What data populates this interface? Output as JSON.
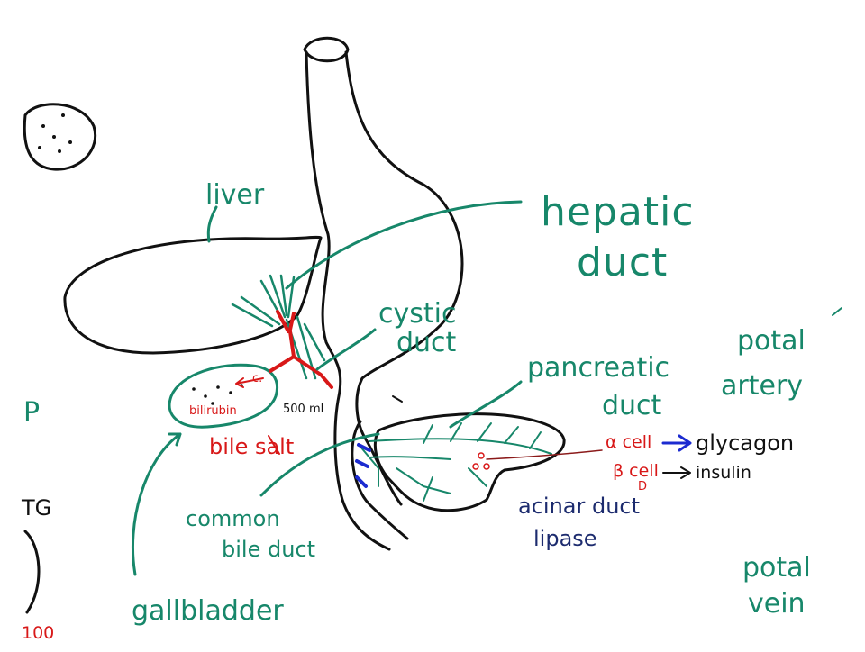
{
  "colors": {
    "green": "#17876a",
    "red": "#d81818",
    "black": "#111111",
    "navy": "#1c2b6e",
    "blue": "#1c2bd0"
  },
  "labels": {
    "liver": "liver",
    "hepatic": "hepatic",
    "duct_word": "duct",
    "cystic": "cystic",
    "cystic_duct": "duct",
    "pancreatic": "pancreatic",
    "pancreatic_duct": "duct",
    "potal_1": "potal",
    "artery": "artery",
    "potal_2": "potal",
    "vein": "vein",
    "alpha_cell": "α cell",
    "glycagon": "glycagon",
    "beta_cell": "β cell",
    "insulin": "insulin",
    "delta": "D",
    "acinar_duct": "acinar duct",
    "lipase": "lipase",
    "common": "common",
    "bile_duct": "bile duct",
    "gallbladder": "gallbladder",
    "bile_salt": "bile salt",
    "bilirubin": "bilirubin",
    "c_label": "c.",
    "volume": "500 ml",
    "left_p": "P",
    "left_tg": "TG",
    "left_100": "100"
  }
}
